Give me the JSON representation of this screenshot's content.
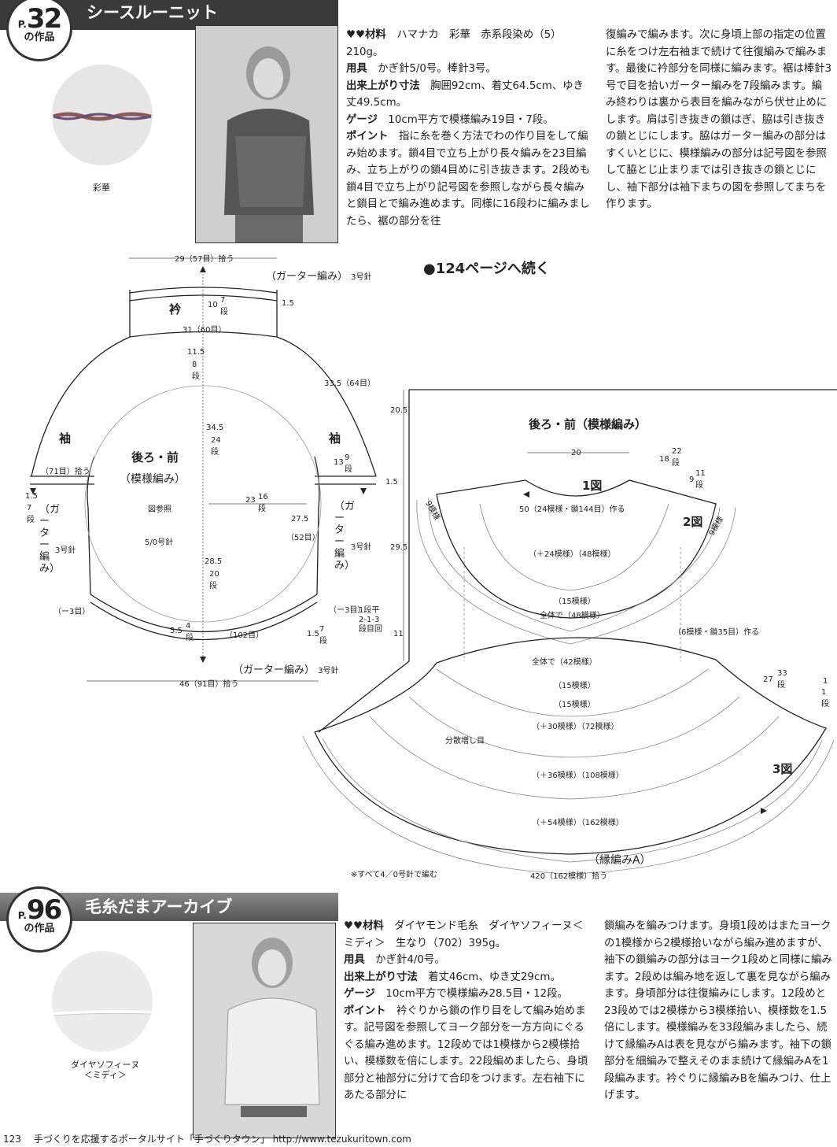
{
  "top": {
    "badge_p": "P.",
    "badge_num": "32",
    "badge_sub": "の作品",
    "title": "シースルーニット",
    "swatch_label": "彩華",
    "col1": [
      {
        "k": "♥♥材料",
        "v": "ハマナカ　彩華　赤系段染め（5）210g。"
      },
      {
        "k": "用具",
        "v": "かぎ針5/0号。棒針3号。"
      },
      {
        "k": "出来上がり寸法",
        "v": "胸囲92cm、着丈64.5cm、ゆき丈49.5cm。"
      },
      {
        "k": "ゲージ",
        "v": "10cm平方で模様編み19目・7段。"
      },
      {
        "k": "ポイント",
        "v": "指に糸を巻く方法でわの作り目をして編み始めます。鎖4目で立ち上がり長々編みを23目編み、立ち上がりの鎖4目めに引き抜きます。2段めも鎖4目で立ち上がり記号図を参照しながら長々編みと鎖目とで編み進めます。同様に16段わに編みましたら、裾の部分を往"
      }
    ],
    "col2": "復編みで編みます。次に身頃上部の指定の位置に糸をつけ左右袖まで続けて往復編みで編みます。最後に衿部分を同様に編みます。裾は棒針3号で目を拾いガーター編みを7段編みます。編み終わりは裏から表目を編みながら伏せ止めにします。肩は引き抜きの鎖はぎ、脇は引き抜きの鎖とじにします。脇はガーター編みの部分はすくいとじに、模様編みの部分は記号図を参照して脇とじ止まりまでは引き抜きの鎖とじにし、袖下部分は袖下まちの図を参照してまちを作ります。"
  },
  "continue_note": "●124ページへ続く",
  "left_diagram": {
    "top_width": "29（57目）拾う",
    "garter_top": "（ガーター編み）",
    "needle3": "3号針",
    "collar": "衿",
    "v10": "10",
    "v7dan": "7段",
    "v1_5": "1.5",
    "w31": "31（60目）",
    "v11_5": "11.5",
    "v8dan": "8段",
    "v33_5": "33.5（64目）",
    "sleeve": "袖",
    "v34_5": "34.5",
    "v24dan": "24段",
    "back_front": "後ろ・前",
    "pattern": "（模様編み）",
    "v71": "（71目）拾う",
    "v13": "13",
    "v9dan": "9段",
    "v23": "23",
    "v16dan": "16段",
    "fig_ref": "図参照",
    "hook": "5/0号針",
    "v27_5": "27.5",
    "v52": "（52目）",
    "garter_v": "（ガーター編み）",
    "v28_5": "28.5",
    "v20dan": "20段",
    "minus3": "（ー3目）",
    "v5_5": "5.5",
    "v4dan": "4段",
    "v102": "（102目）",
    "note_dec": "1段平\n2-1-3\n段目回",
    "bottom_width": "46（91目）拾う",
    "h20_5": "20.5",
    "h29_5": "29.5",
    "h11": "11"
  },
  "right_diagram": {
    "title": "後ろ・前（模様編み）",
    "w20": "20",
    "v18": "18",
    "v22dan": "22段",
    "v9": "9",
    "v11dan": "11段",
    "fig1": "1図",
    "fig2": "2図",
    "fig3": "3図",
    "start": "50（24模様・鎖144目）作る",
    "r1": "（＋24模様）（48模様）",
    "r2": "（15模様）",
    "r3": "全体で（48模様）",
    "r4": "（6模様・鎖35目）作る",
    "r5": "全体で（42模様）",
    "r6": "（15模様）",
    "r7": "（15模様）",
    "r8": "（＋30模様）（72模様）",
    "r9": "分散増し目",
    "r10": "（＋36模様）（108模様）",
    "r11": "（＋54模様）（162模様）",
    "r12": "（縁編みA）",
    "bottom": "420（162模様）拾う",
    "v27": "27",
    "v33dan": "33段",
    "v1": "1",
    "v1dan": "1段",
    "side9": "9模様",
    "note_all": "※すべて4／0号針で編む"
  },
  "bottom": {
    "badge_p": "P.",
    "badge_num": "96",
    "badge_sub": "の作品",
    "title": "毛糸だまアーカイブ",
    "swatch_label": "ダイヤソフィーヌ\n＜ミディ＞",
    "col1": [
      {
        "k": "♥♥材料",
        "v": "ダイヤモンド毛糸　ダイヤソフィーヌ＜ミディ＞　生なり（702）395g。"
      },
      {
        "k": "用具",
        "v": "かぎ針4/0号。"
      },
      {
        "k": "出来上がり寸法",
        "v": "着丈46cm、ゆき丈29cm。"
      },
      {
        "k": "ゲージ",
        "v": "10cm平方で模様編み28.5目・12段。"
      },
      {
        "k": "ポイント",
        "v": "衿ぐりから鎖の作り目をして編み始めます。記号図を参照してヨーク部分を一方方向にぐるぐる編み進めます。12段めでは1模様から2模様拾い、模様数を倍にします。22段編めましたら、身頃部分と袖部分に分けて合印をつけます。左右袖下にあたる部分に"
      }
    ],
    "col2": "鎖編みを編みつけます。身頃1段めはまたヨークの1模様から2模様拾いながら編み進めますが、袖下の鎖編みの部分はヨーク1段めと同様に編みます。2段めは編み地を返して裏を見ながら編みます。身頃部分は往復編みにします。12段めと23段めでは2模様から3模様拾い、模様数を1.5倍にします。模様編みを33段編みましたら、続けて縁編みAは表を見ながら編みます。袖下の鎖部分を細編みで整えそのまま続けて縁編みAを1段編みます。衿ぐりに縁編みBを編みつけ、仕上げます。"
  },
  "footer": {
    "page": "123",
    "text": "手づくりを応援するポータルサイト「手づくりタウン」",
    "url": "http://www.tezukuritown.com"
  }
}
